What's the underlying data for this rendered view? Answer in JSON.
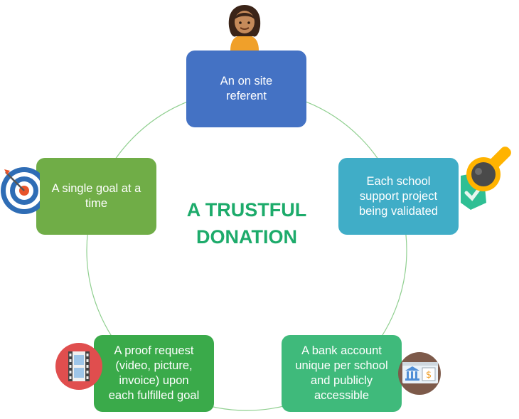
{
  "title": "A TRUSTFUL\nDONATION",
  "colors": {
    "title": "#1dab6b",
    "node_blue": "#4472c4",
    "node_teal": "#40adc7",
    "node_green_light": "#70ad47",
    "node_green": "#3fba7b",
    "node_green_dark": "#3aaa4a",
    "ring": "#8fcf8f"
  },
  "nodes": [
    {
      "id": "referent",
      "text": "An on site\nreferent",
      "icon": "person-icon"
    },
    {
      "id": "validation",
      "text": "Each school\nsupport project\nbeing validated",
      "icon": "stamp-icon"
    },
    {
      "id": "bank",
      "text": "A bank account\nunique per school\nand publicly\naccessible",
      "icon": "bank-icon"
    },
    {
      "id": "proof",
      "text": "A proof request\n(video, picture,\ninvoice) upon\neach fulfilled goal",
      "icon": "film-icon"
    },
    {
      "id": "goal",
      "text": "A single goal at a\ntime",
      "icon": "target-icon"
    }
  ]
}
